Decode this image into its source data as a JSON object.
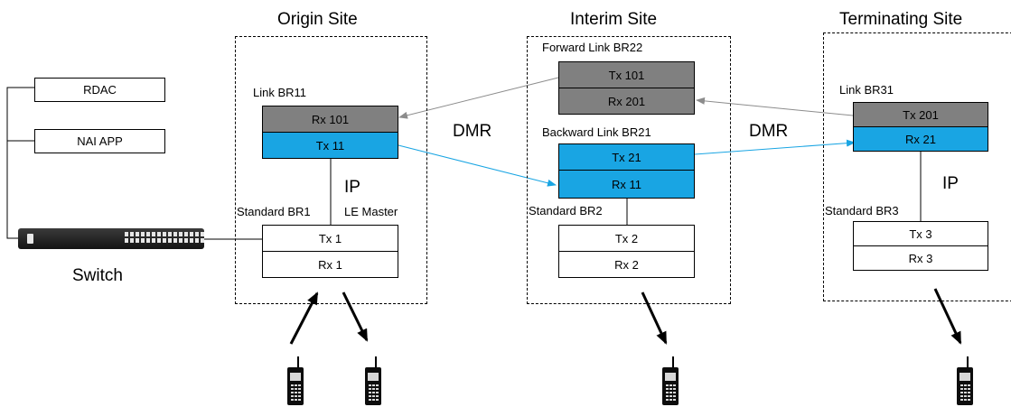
{
  "sites": {
    "origin": {
      "title": "Origin Site",
      "link_label": "Link BR11",
      "link_rx": "Rx 101",
      "link_tx": "Tx 11",
      "ip_label": "IP",
      "standard_label": "Standard BR1",
      "le_master_label": "LE Master",
      "std_tx": "Tx 1",
      "std_rx": "Rx 1"
    },
    "interim": {
      "title": "Interim Site",
      "forward_label": "Forward Link BR22",
      "forward_tx": "Tx 101",
      "forward_rx": "Rx 201",
      "backward_label": "Backward Link BR21",
      "backward_tx": "Tx 21",
      "backward_rx": "Rx 11",
      "standard_label": "Standard BR2",
      "std_tx": "Tx 2",
      "std_rx": "Rx 2"
    },
    "terminating": {
      "title": "Terminating Site",
      "link_label": "Link BR31",
      "link_tx": "Tx 201",
      "link_rx": "Rx 21",
      "ip_label": "IP",
      "standard_label": "Standard BR3",
      "std_tx": "Tx 3",
      "std_rx": "Rx 3"
    }
  },
  "links": {
    "dmr_left": "DMR",
    "dmr_right": "DMR"
  },
  "apps": {
    "rdac": "RDAC",
    "nai": "NAI APP"
  },
  "switch": {
    "label": "Switch"
  },
  "colors": {
    "link_gray": "#808080",
    "link_blue": "#19a5e3",
    "arrow_gray": "#8c8c8c",
    "arrow_blue": "#19a5e3"
  },
  "icons": {
    "radio": "handheld-radio-icon",
    "switch": "network-switch-icon"
  }
}
